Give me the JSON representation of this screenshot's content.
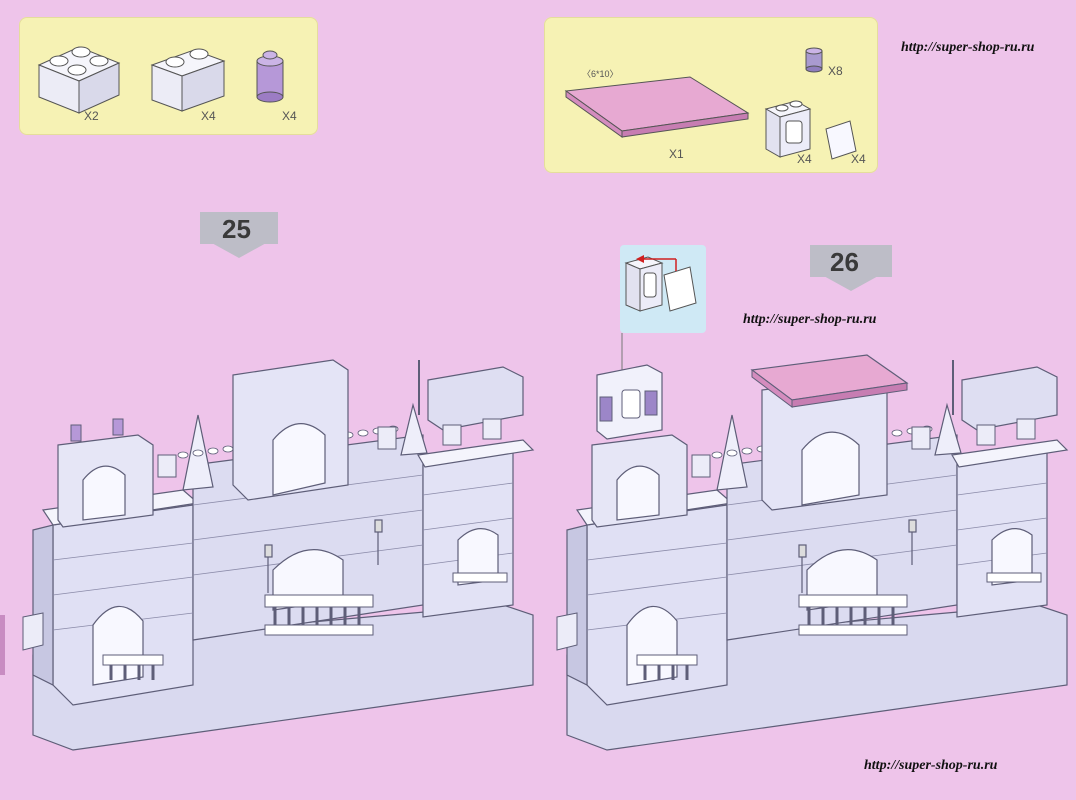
{
  "parts_left": {
    "qty": [
      "X2",
      "X4",
      "X4"
    ]
  },
  "parts_right": {
    "plate_size": "〈6*10〉",
    "qty_plate": "X1",
    "qty_round": "X8",
    "qty_window": "X4",
    "qty_glass": "X4"
  },
  "steps": {
    "left": "25",
    "right": "26"
  },
  "watermarks": {
    "top": "http://super-shop-ru.ru",
    "middle": "http://super-shop-ru.ru",
    "bottom": "http://super-shop-ru.ru"
  },
  "colors": {
    "page": "#eec4ea",
    "parts_box": "#f6f2b4",
    "brick": "#dcdcf2",
    "brick_edge": "#6f6f8a",
    "roof_plate": "#e7a9d2",
    "purple_round": "#b698d8",
    "inset_bg": "#cfe9f5"
  }
}
